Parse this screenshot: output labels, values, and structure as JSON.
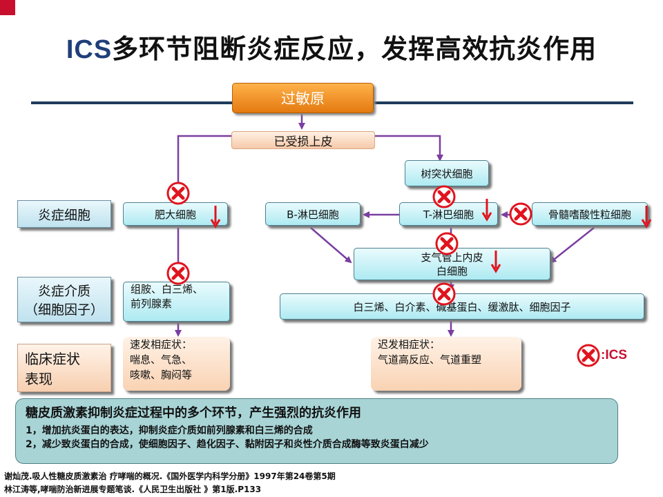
{
  "title": {
    "prefix": "ICS",
    "rest": "多环节阻断炎症反应，发挥高效抗炎作用"
  },
  "nodes": {
    "allergen": "过敏原",
    "damaged_epithelium": "已受损上皮",
    "dendritic_cell": "树突状细胞",
    "mast_cell": "肥大细胞",
    "b_lymphocyte": "B-淋巴细胞",
    "t_lymphocyte": "T-淋巴细胞",
    "eosinophil": "骨髓嗜酸性粒细胞",
    "endothelial_leukocyte": [
      "支气管上内皮",
      "白细胞"
    ],
    "early_mediators": [
      "组胺、白三烯、",
      "前列腺素"
    ],
    "late_mediators": "白三烯、白介素、碱基蛋白、缓激肽、细胞因子",
    "early_symptoms": [
      "速发相症状：",
      "喘息、气急、",
      "咳嗽、胸闷等"
    ],
    "late_symptoms": [
      "迟发相症状：",
      "气道高反应、气道重塑"
    ]
  },
  "row_labels": {
    "inflammatory_cells": "炎症细胞",
    "mediators": [
      "炎症介质",
      "（细胞因子）"
    ],
    "clinical": [
      "临床症状",
      "表现"
    ]
  },
  "legend": {
    "label": ":ICS"
  },
  "summary": {
    "heading": "糖皮质激素抑制炎症过程中的多个环节，产生强烈的抗炎作用",
    "points": [
      "1，增加抗炎蛋白的表达，抑制炎症介质如前列腺素和白三烯的合成",
      "2，减少致炎蛋白的合成，使细胞因子、趋化因子、黏附因子和炎性介质合成酶等致炎蛋白减少"
    ]
  },
  "references": [
    "谢灿茂.吸人性糖皮质激素治 疗哮喘的概况.《国外医学内科学分册》1997年第24卷第5期",
    "林江涛等,哮喘防治新进展专题笔谈.《人民卫生出版社 》第1版.P133"
  ],
  "colors": {
    "arrow": "#7a3ea0",
    "ics_mark": "#e0141e",
    "down_arrow": "#e0141e",
    "title_prefix": "#1f3f7a",
    "rule": "#1f3a5a"
  }
}
